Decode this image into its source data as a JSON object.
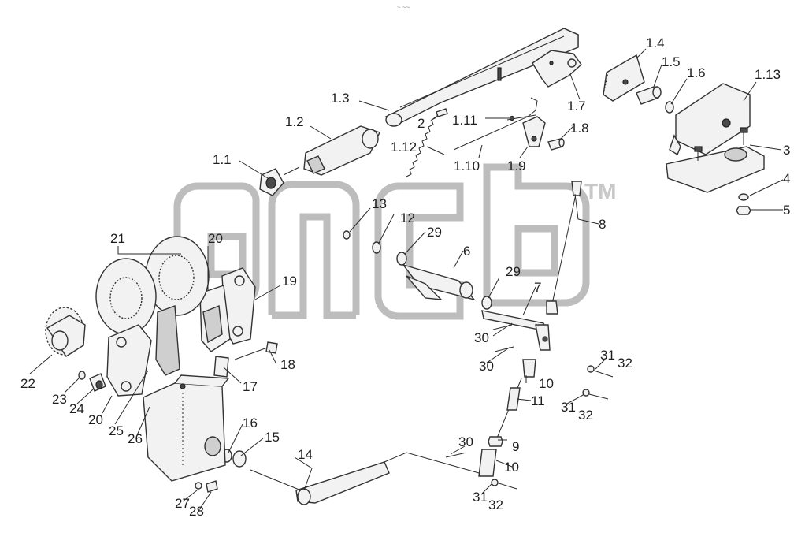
{
  "diagram": {
    "type": "exploded-parts-diagram",
    "watermark": "TM",
    "header_mark": "~ ~~",
    "labels": [
      {
        "id": "l_1_1",
        "text": "1.1"
      },
      {
        "id": "l_1_2",
        "text": "1.2"
      },
      {
        "id": "l_1_3",
        "text": "1.3"
      },
      {
        "id": "l_1_4",
        "text": "1.4"
      },
      {
        "id": "l_1_5",
        "text": "1.5"
      },
      {
        "id": "l_1_6",
        "text": "1.6"
      },
      {
        "id": "l_1_7",
        "text": "1.7"
      },
      {
        "id": "l_1_8",
        "text": "1.8"
      },
      {
        "id": "l_1_9",
        "text": "1.9"
      },
      {
        "id": "l_1_10",
        "text": "1.10"
      },
      {
        "id": "l_1_11",
        "text": "1.11"
      },
      {
        "id": "l_1_12",
        "text": "1.12"
      },
      {
        "id": "l_1_13",
        "text": "1.13"
      },
      {
        "id": "l_2",
        "text": "2"
      },
      {
        "id": "l_3",
        "text": "3"
      },
      {
        "id": "l_4",
        "text": "4"
      },
      {
        "id": "l_5",
        "text": "5"
      },
      {
        "id": "l_6",
        "text": "6"
      },
      {
        "id": "l_7",
        "text": "7"
      },
      {
        "id": "l_8",
        "text": "8"
      },
      {
        "id": "l_9",
        "text": "9"
      },
      {
        "id": "l_10a",
        "text": "10"
      },
      {
        "id": "l_10b",
        "text": "10"
      },
      {
        "id": "l_11",
        "text": "11"
      },
      {
        "id": "l_12",
        "text": "12"
      },
      {
        "id": "l_13",
        "text": "13"
      },
      {
        "id": "l_14",
        "text": "14"
      },
      {
        "id": "l_15",
        "text": "15"
      },
      {
        "id": "l_16",
        "text": "16"
      },
      {
        "id": "l_17",
        "text": "17"
      },
      {
        "id": "l_18",
        "text": "18"
      },
      {
        "id": "l_19",
        "text": "19"
      },
      {
        "id": "l_20a",
        "text": "20"
      },
      {
        "id": "l_20b",
        "text": "20"
      },
      {
        "id": "l_21",
        "text": "21"
      },
      {
        "id": "l_22",
        "text": "22"
      },
      {
        "id": "l_23",
        "text": "23"
      },
      {
        "id": "l_24",
        "text": "24"
      },
      {
        "id": "l_25",
        "text": "25"
      },
      {
        "id": "l_26",
        "text": "26"
      },
      {
        "id": "l_27",
        "text": "27"
      },
      {
        "id": "l_28",
        "text": "28"
      },
      {
        "id": "l_29a",
        "text": "29"
      },
      {
        "id": "l_29b",
        "text": "29"
      },
      {
        "id": "l_30a",
        "text": "30"
      },
      {
        "id": "l_30b",
        "text": "30"
      },
      {
        "id": "l_30c",
        "text": "30"
      },
      {
        "id": "l_31a",
        "text": "31"
      },
      {
        "id": "l_31b",
        "text": "31"
      },
      {
        "id": "l_31c",
        "text": "31"
      },
      {
        "id": "l_32a",
        "text": "32"
      },
      {
        "id": "l_32b",
        "text": "32"
      },
      {
        "id": "l_32c",
        "text": "32"
      }
    ]
  }
}
